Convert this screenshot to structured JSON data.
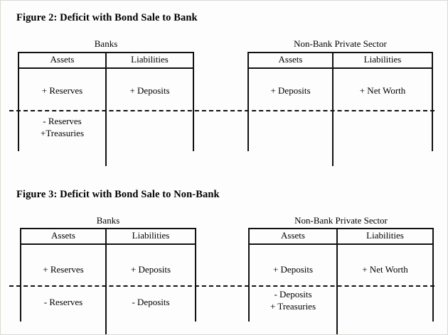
{
  "figures": [
    {
      "caption": "Figure 2:  Deficit with Bond Sale to Bank",
      "tables": [
        {
          "entity": "Banks",
          "headers": {
            "assets": "Assets",
            "liabilities": "Liabilities"
          },
          "rows": [
            {
              "assets": [
                "+ Reserves"
              ],
              "liabilities": [
                "+ Deposits"
              ]
            },
            {
              "assets": [
                "- Reserves",
                "+Treasuries"
              ],
              "liabilities": []
            }
          ]
        },
        {
          "entity": "Non-Bank Private Sector",
          "headers": {
            "assets": "Assets",
            "liabilities": "Liabilities"
          },
          "rows": [
            {
              "assets": [
                "+ Deposits"
              ],
              "liabilities": [
                "+ Net Worth"
              ]
            },
            {
              "assets": [],
              "liabilities": []
            }
          ]
        }
      ]
    },
    {
      "caption": "Figure 3:  Deficit with Bond Sale to Non-Bank",
      "tables": [
        {
          "entity": "Banks",
          "headers": {
            "assets": "Assets",
            "liabilities": "Liabilities"
          },
          "rows": [
            {
              "assets": [
                "+ Reserves"
              ],
              "liabilities": [
                "+ Deposits"
              ]
            },
            {
              "assets": [
                "- Reserves"
              ],
              "liabilities": [
                "- Deposits"
              ]
            }
          ]
        },
        {
          "entity": "Non-Bank Private Sector",
          "headers": {
            "assets": "Assets",
            "liabilities": "Liabilities"
          },
          "rows": [
            {
              "assets": [
                "+ Deposits"
              ],
              "liabilities": [
                "+ Net Worth"
              ]
            },
            {
              "assets": [
                "- Deposits",
                "+ Treasuries"
              ],
              "liabilities": []
            }
          ]
        }
      ]
    }
  ],
  "colors": {
    "ink": "#000000",
    "rule": "#111111",
    "frame": "#d8dcd2",
    "background": "#fdfdfd"
  }
}
